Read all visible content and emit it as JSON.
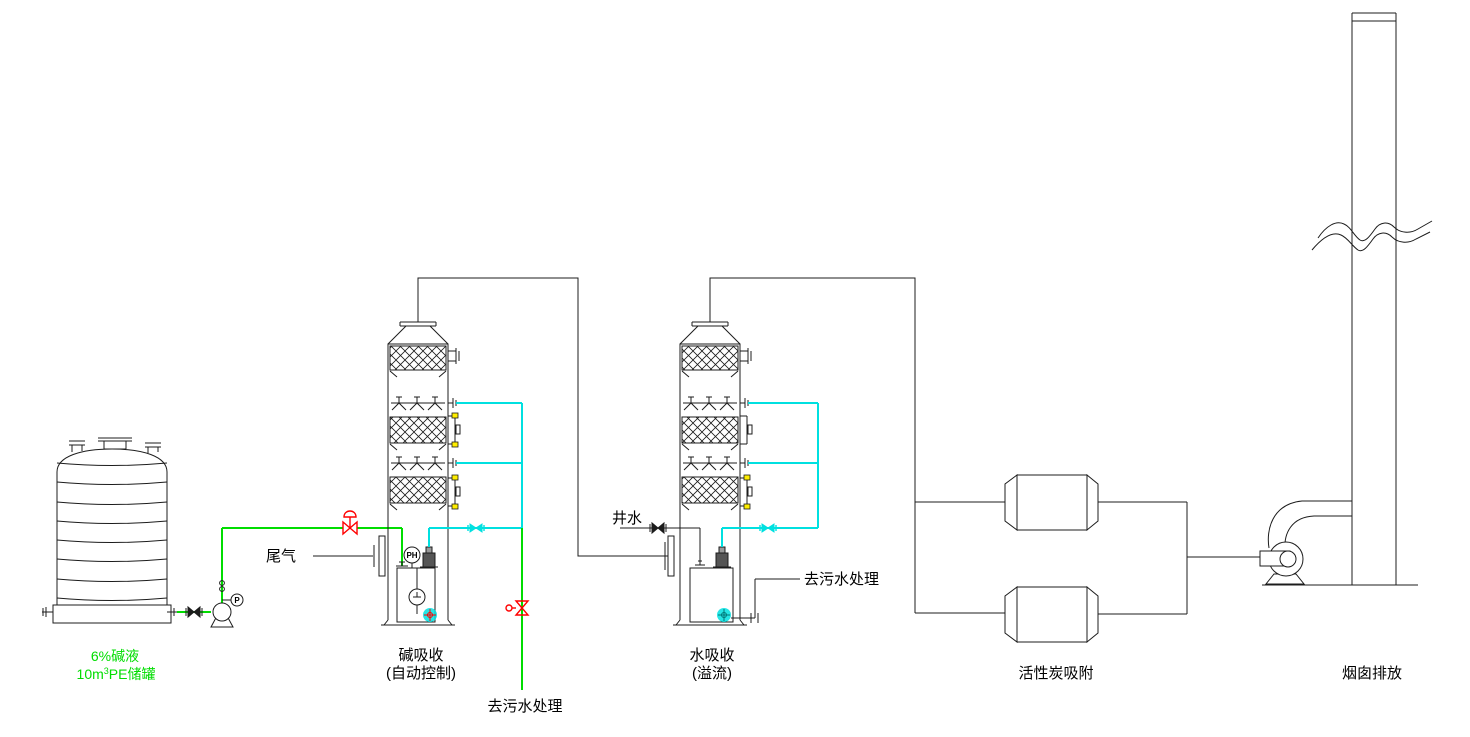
{
  "colors": {
    "bg": "#ffffff",
    "line": "#1c1c1c",
    "green": "#00dd00",
    "cyan": "#00e0e0",
    "red": "#ff0000",
    "yellow": "#ffee00",
    "dark": "#555555"
  },
  "diagram": {
    "tank": {
      "line1": "6%碱液",
      "cap_prefix": "10m",
      "cap_exp": "3",
      "cap_suffix": "PE储罐"
    },
    "feed": {
      "tail_gas_label": "尾气",
      "pressure_tag": "P"
    },
    "tower1": {
      "name": "碱吸收",
      "mode": "(自动控制)",
      "drain_label": "去污水处理",
      "ph_tag": "PH"
    },
    "tower2": {
      "name": "水吸收",
      "mode": "(溢流)",
      "feed_label": "井水",
      "drain_label": "去污水处理"
    },
    "carbon": {
      "label": "活性炭吸附"
    },
    "stack": {
      "label": "烟囱排放"
    }
  }
}
